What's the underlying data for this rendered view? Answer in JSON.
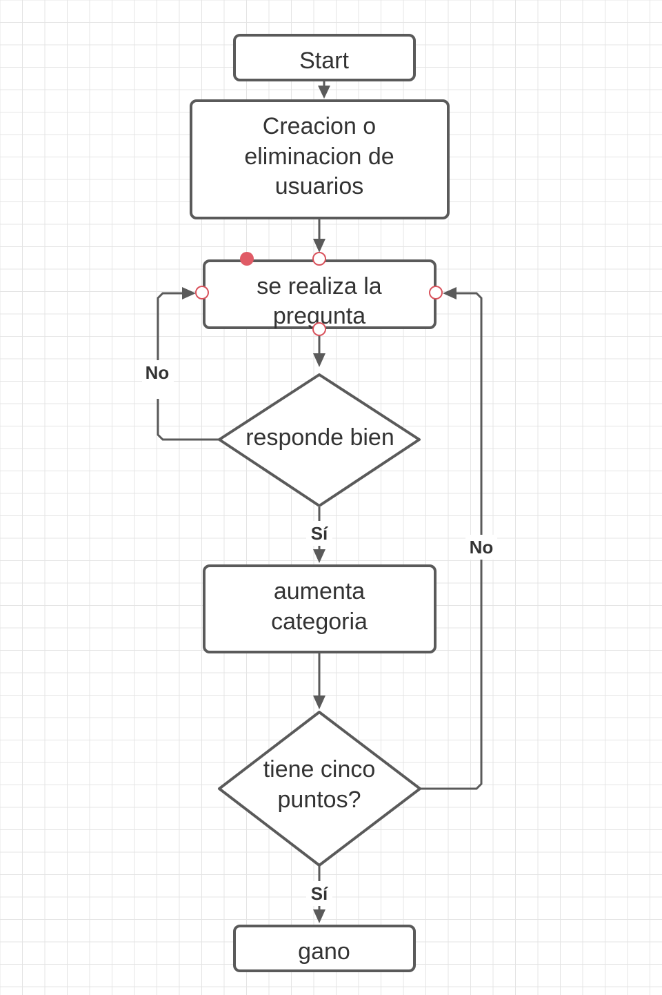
{
  "diagram": {
    "nodes": {
      "start": {
        "type": "terminator",
        "lines": [
          "Start"
        ]
      },
      "manage_users": {
        "type": "process",
        "lines": [
          "Creacion o",
          "eliminacion de",
          "usuarios"
        ]
      },
      "ask_question": {
        "type": "process",
        "lines": [
          "se realiza la",
          "pregunta"
        ]
      },
      "answer_check": {
        "type": "decision",
        "lines": [
          "responde bien"
        ]
      },
      "raise_category": {
        "type": "process",
        "lines": [
          "aumenta",
          "categoria"
        ]
      },
      "points_check": {
        "type": "decision",
        "lines": [
          "tiene cinco",
          "puntos?"
        ]
      },
      "win": {
        "type": "terminator",
        "lines": [
          "gano"
        ]
      }
    },
    "edges": {
      "start_to_manage": {
        "from": "start",
        "to": "manage_users",
        "label": ""
      },
      "manage_to_ask": {
        "from": "manage_users",
        "to": "ask_question",
        "label": ""
      },
      "ask_to_answer": {
        "from": "ask_question",
        "to": "answer_check",
        "label": ""
      },
      "answer_no": {
        "from": "answer_check",
        "to": "ask_question",
        "label": "No"
      },
      "answer_yes": {
        "from": "answer_check",
        "to": "raise_category",
        "label": "Sí"
      },
      "category_to_points": {
        "from": "raise_category",
        "to": "points_check",
        "label": ""
      },
      "points_no": {
        "from": "points_check",
        "to": "ask_question",
        "label": "No"
      },
      "points_yes": {
        "from": "points_check",
        "to": "win",
        "label": "Sí"
      }
    },
    "selected_node": "ask_question",
    "colors": {
      "stroke": "#5a5a5a",
      "text": "#333333",
      "selection_handle": "#d9515b",
      "grid": "#e4e4e4",
      "background": "#ffffff"
    }
  }
}
